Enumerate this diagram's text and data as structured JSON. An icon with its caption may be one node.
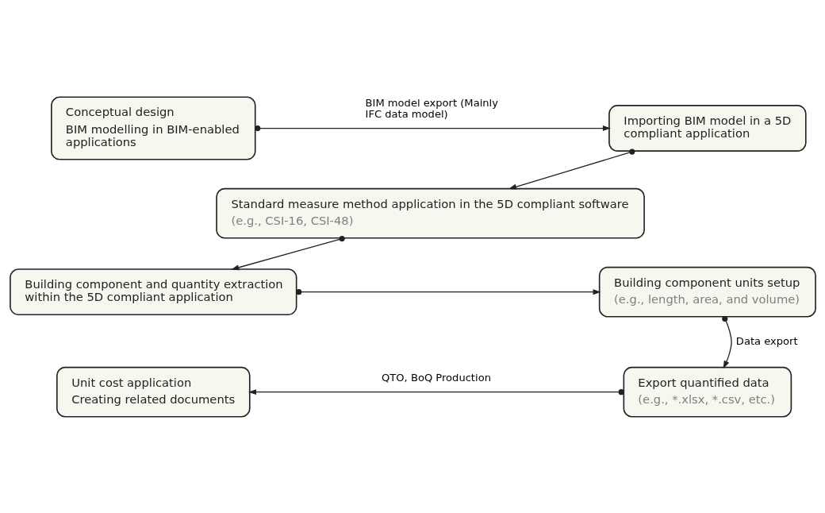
{
  "diagram": {
    "nodes": [
      {
        "text": [
          "Conceptual design",
          "BIM modelling in BIM-enabled applications"
        ]
      },
      {
        "text": [
          "Importing BIM model in a 5D compliant application"
        ]
      },
      {
        "text": [
          "Standard measure method application in the 5D compliant software",
          "(e.g., CSI-16, CSI-48)"
        ]
      },
      {
        "text": [
          "Building component and quantity extraction within the 5D compliant application"
        ]
      },
      {
        "text": [
          "Building component units setup",
          "(e.g., length, area, and volume)"
        ]
      },
      {
        "text": [
          "Export quantified data",
          "(e.g., *.xlsx, *.csv, etc.)"
        ]
      },
      {
        "text": [
          "Unit cost application",
          "Creating related documents"
        ]
      }
    ],
    "edges": [
      {
        "from": 0,
        "to": 1,
        "arrow": "to",
        "label": "BIM model export (Mainly IFC data model)"
      },
      {
        "from": 1,
        "to": 2,
        "arrow": "to"
      },
      {
        "from": 2,
        "to": 3,
        "arrow": "to"
      },
      {
        "from": 3,
        "to": 4,
        "arrow": "to"
      },
      {
        "from": 4,
        "to": 5,
        "arrow": "to",
        "label": "Data export"
      },
      {
        "from": 5,
        "to": 6,
        "arrow": "to",
        "label": "QTO, BoQ Production"
      }
    ]
  }
}
